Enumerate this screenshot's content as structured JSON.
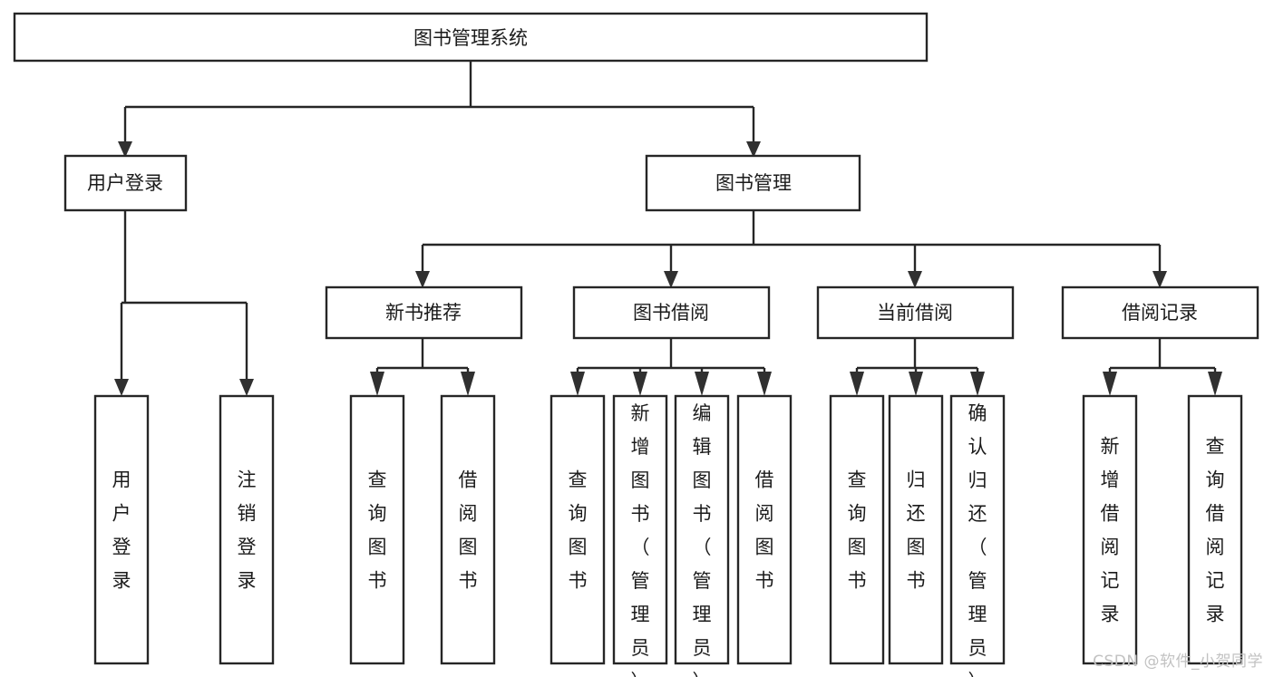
{
  "diagram": {
    "type": "tree-hierarchy",
    "title": "图书管理系统",
    "orientation": "top-down",
    "colors": {
      "box_stroke": "#262626",
      "box_fill": "#ffffff",
      "connector": "#262626",
      "text": "#1b1b1b",
      "watermark": "#c2c2c2",
      "background": "#ffffff"
    },
    "root": {
      "label": "图书管理系统",
      "text_orientation": "horizontal"
    },
    "level1": [
      {
        "label": "用户登录",
        "text_orientation": "horizontal"
      },
      {
        "label": "图书管理",
        "text_orientation": "horizontal"
      }
    ],
    "level2": [
      {
        "label": "新书推荐",
        "text_orientation": "horizontal",
        "parent": "图书管理"
      },
      {
        "label": "图书借阅",
        "text_orientation": "horizontal",
        "parent": "图书管理"
      },
      {
        "label": "当前借阅",
        "text_orientation": "horizontal",
        "parent": "图书管理"
      },
      {
        "label": "借阅记录",
        "text_orientation": "horizontal",
        "parent": "图书管理"
      }
    ],
    "leaves": {
      "user_login": [
        {
          "label": "用户登录",
          "lines": [
            "用",
            "户",
            "登",
            "录"
          ],
          "align": "middle"
        },
        {
          "label": "注销登录",
          "lines": [
            "注",
            "销",
            "登",
            "录"
          ],
          "align": "middle"
        }
      ],
      "new_book_recommend": [
        {
          "label": "查询图书",
          "lines": [
            "查",
            "询",
            "图",
            "书"
          ],
          "align": "middle"
        },
        {
          "label": "借阅图书",
          "lines": [
            "借",
            "阅",
            "图",
            "书"
          ],
          "align": "middle"
        }
      ],
      "book_borrow": [
        {
          "label": "查询图书",
          "lines": [
            "查",
            "询",
            "图",
            "书"
          ],
          "align": "middle"
        },
        {
          "label": "新增图书（管理员）",
          "lines": [
            "新",
            "增",
            "图",
            "书",
            "（",
            "管",
            "理",
            "员",
            "）"
          ],
          "align": "top"
        },
        {
          "label": "编辑图书（管理员）",
          "lines": [
            "编",
            "辑",
            "图",
            "书",
            "（",
            "管",
            "理",
            "员",
            "）"
          ],
          "align": "top"
        },
        {
          "label": "借阅图书",
          "lines": [
            "借",
            "阅",
            "图",
            "书"
          ],
          "align": "middle"
        }
      ],
      "current_borrow": [
        {
          "label": "查询图书",
          "lines": [
            "查",
            "询",
            "图",
            "书"
          ],
          "align": "middle"
        },
        {
          "label": "归还图书",
          "lines": [
            "归",
            "还",
            "图",
            "书"
          ],
          "align": "middle"
        },
        {
          "label": "确认归还（管理员）",
          "lines": [
            "确",
            "认",
            "归",
            "还",
            "（",
            "管",
            "理",
            "员",
            "）"
          ],
          "align": "top"
        }
      ],
      "borrow_records": [
        {
          "label": "新增借阅记录",
          "lines": [
            "新",
            "增",
            "借",
            "阅",
            "记",
            "录"
          ],
          "align": "middle"
        },
        {
          "label": "查询借阅记录",
          "lines": [
            "查",
            "询",
            "借",
            "阅",
            "记",
            "录"
          ],
          "align": "middle"
        }
      ]
    }
  },
  "watermark": {
    "text": "CSDN @软件_小贺同学"
  }
}
